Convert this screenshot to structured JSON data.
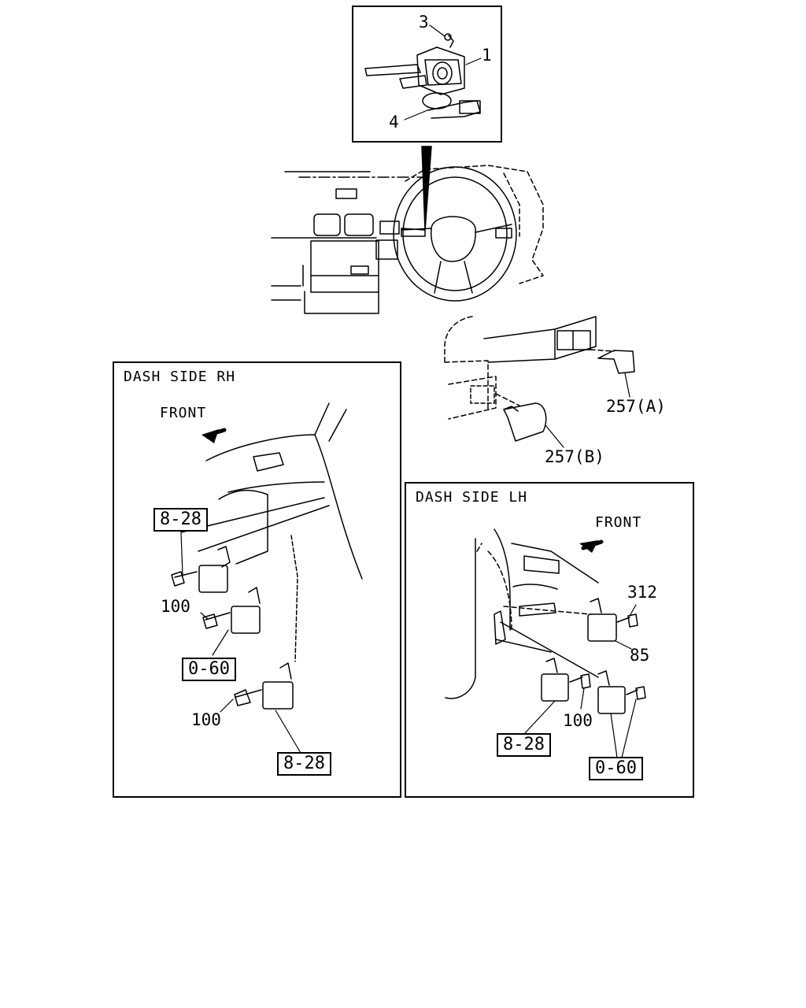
{
  "panels": {
    "rh": {
      "title": "DASH SIDE RH",
      "front": "FRONT"
    },
    "lh": {
      "title": "DASH SIDE LH",
      "front": "FRONT"
    }
  },
  "callouts": {
    "top": {
      "c3": "3",
      "c1": "1",
      "c4": "4"
    },
    "covers": {
      "a": "257(A)",
      "b": "257(B)"
    },
    "rh": {
      "ref_top": "8-28",
      "bolt_upper": "100",
      "ref_mid": "0-60",
      "bolt_lower": "100",
      "ref_bottom": "8-28"
    },
    "lh": {
      "bolt_top": "312",
      "relay": "85",
      "bolt_mid": "100",
      "ref_left": "8-28",
      "ref_right": "0-60"
    }
  }
}
